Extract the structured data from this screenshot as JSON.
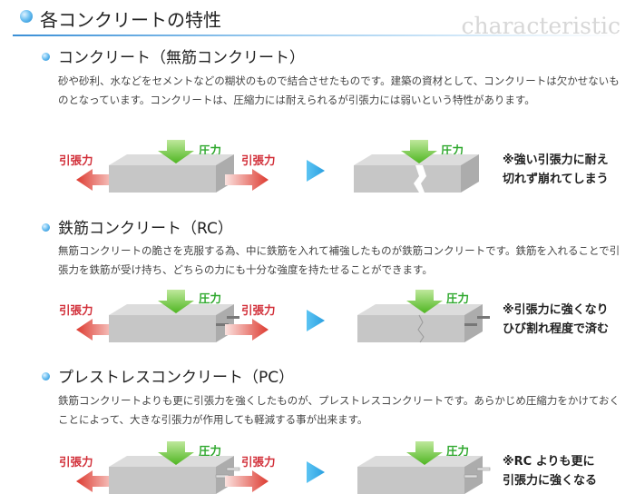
{
  "header": {
    "title": "各コンクリートの特性",
    "english": "characteristic"
  },
  "sections": [
    {
      "title": "コンクリート（無筋コンクリート）",
      "body": "砂や砂利、水などをセメントなどの糊状のもので結合させたものです。建築の資材として、コンクリートは欠かせないものとなっています。コンクリートは、圧縮力には耐えられるが引張力には弱いという特性があります。",
      "tension_label": "引張力",
      "compression_label": "圧力",
      "note_lines": [
        "※強い引張力に耐え",
        "切れず崩れてしまう"
      ]
    },
    {
      "title": "鉄筋コンクリート（RC）",
      "body": "無筋コンクリートの脆さを克服する為、中に鉄筋を入れて補強したものが鉄筋コンクリートです。鉄筋を入れることで引張力を鉄筋が受け持ち、どちらの力にも十分な強度を持たせることができます。",
      "tension_label": "引張力",
      "compression_label": "圧力",
      "note_lines": [
        "※引張力に強くなり",
        "ひび割れ程度で済む"
      ]
    },
    {
      "title": "プレストレスコンクリート（PC）",
      "body": "鉄筋コンクリートよりも更に引張力を強くしたものが、プレストレスコンクリートです。あらかじめ圧縮力をかけておくことによって、大きな引張力が作用しても軽減する事が出来ます。",
      "tension_label": "引張力",
      "compression_label": "圧力",
      "note_lines": [
        "※RC よりも更に",
        "引張力に強くなる"
      ]
    }
  ],
  "colors": {
    "tension_arrow": "#e0453b",
    "compression_arrow": "#5cbf2a",
    "step_arrow": "#3aaee8",
    "concrete": "#c4c4c4"
  }
}
